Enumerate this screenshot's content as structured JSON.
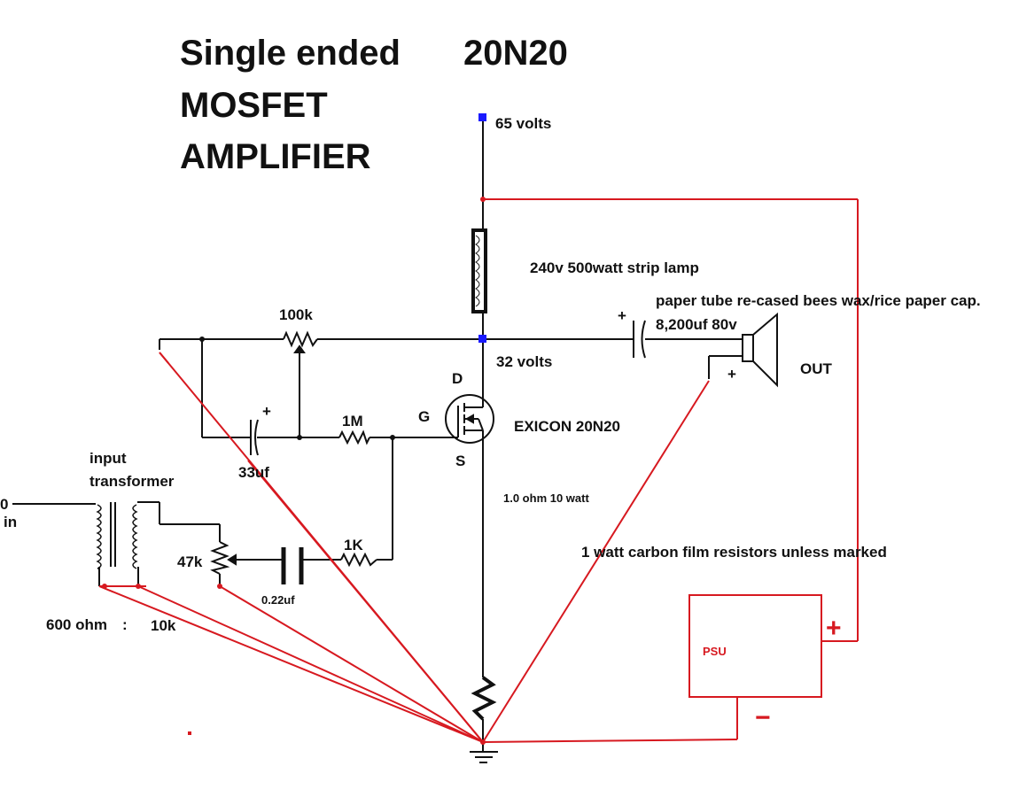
{
  "title": {
    "line1": "Single ended",
    "part": "20N20",
    "line2": "MOSFET",
    "line3": "AMPLIFIER"
  },
  "labels": {
    "supply_voltage": "65 volts",
    "lamp": "240v 500watt strip lamp",
    "cap_desc": "paper tube re-cased bees wax/rice paper cap.",
    "cap_value": "8,200uf 80v",
    "feedback_pot": "100k",
    "drain_voltage": "32 volts",
    "out": "OUT",
    "drain": "D",
    "gate": "G",
    "source": "S",
    "mosfet": "EXICON 20N20",
    "gate_resistor": "1M",
    "bypass_cap": "33uf",
    "input_transformer_1": "input",
    "input_transformer_2": "transformer",
    "input": "in",
    "input_terminal": "0",
    "volume_pot": "47k",
    "coupling_cap": "0.22uf",
    "series_resistor": "1K",
    "source_resistor": "1.0 ohm 10 watt",
    "resistor_note": "1 watt carbon film resistors unless marked",
    "primary": "600 ohm",
    "ratio_sep": ":",
    "secondary": "10k",
    "psu": "PSU",
    "psu_plus": "+",
    "psu_minus": "−",
    "cap_plus_1": "+",
    "cap_plus_2": "+",
    "spk_plus": "+"
  },
  "colors": {
    "wire": "#111111",
    "ground_return": "#d71920",
    "node": "#1a1aff"
  }
}
